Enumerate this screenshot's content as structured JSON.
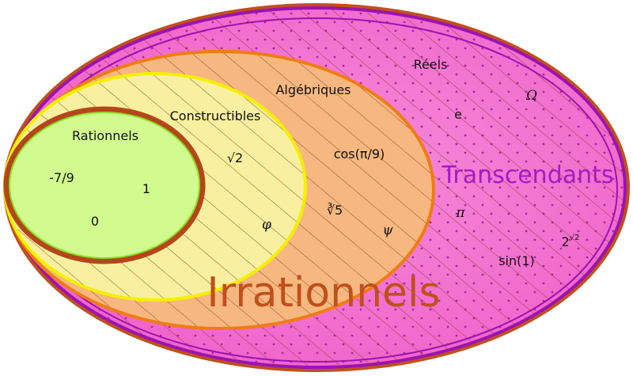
{
  "regions": {
    "reels": "Réels",
    "transcendants": "Transcendants",
    "algebriques": "Algébriques",
    "constructibles": "Constructibles",
    "rationnels": "Rationnels",
    "irrationnels": "Irrationnels"
  },
  "numbers": {
    "rationnels": [
      "-7/9",
      "1",
      "0"
    ],
    "constructibles": [
      "√2",
      "φ"
    ],
    "algebriques": [
      "cos(π/9)",
      "∛5",
      "ψ"
    ],
    "transcendants": [
      "e",
      "Ω",
      "π",
      "sin(1)"
    ],
    "two_pow_base": "2",
    "two_pow_exp": "√2"
  },
  "colors": {
    "outer_border": "#c0501c",
    "purple_border": "#9b13b0",
    "pink_fill": "#f46fd0",
    "orange_fill": "#f6b880",
    "orange_border": "#f07c12",
    "yellow_fill": "#f8f0a0",
    "yellow_border": "#f4f000",
    "green_fill": "#d1fb8e",
    "green_inner_border": "#8be02a",
    "brown_border": "#b4461a",
    "irrationnels_text": "#c0501c",
    "transcendants_text": "#a61bc4"
  }
}
